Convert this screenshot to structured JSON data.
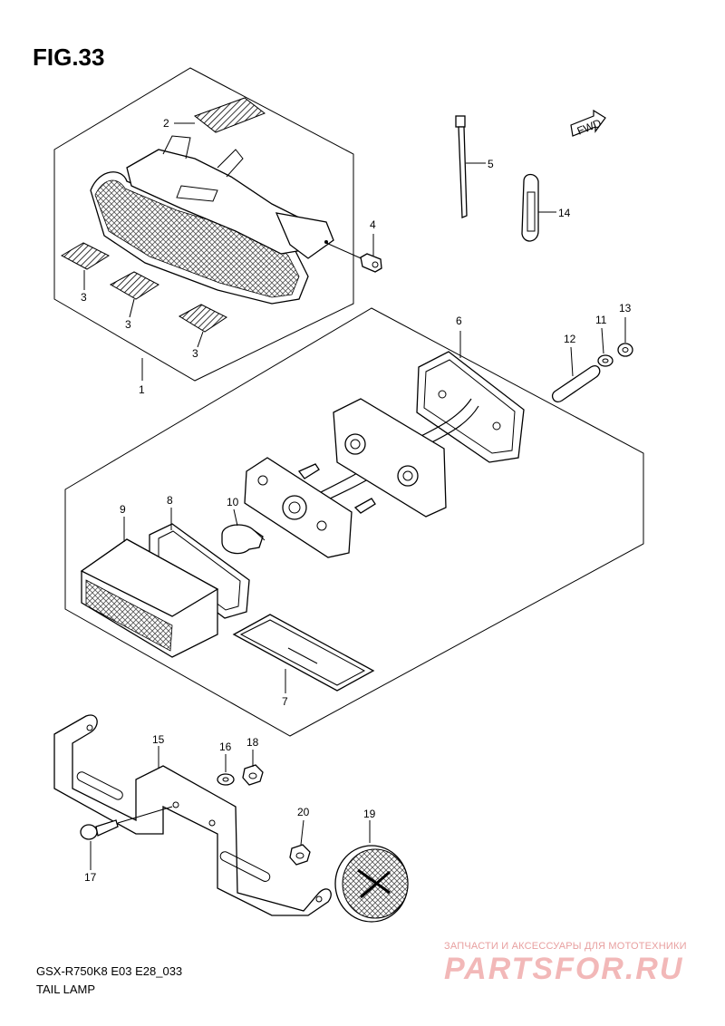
{
  "title": "FIG.33",
  "footer": {
    "code": "GSX-R750K8 E03 E28_033",
    "name": "TAIL LAMP"
  },
  "watermark": {
    "tagline": "ЗАПЧАСТИ И АКСЕССУАРЫ ДЛЯ МОТОТЕХНИКИ",
    "logo": "PARTSFOR.RU"
  },
  "fwd_label": "FWD",
  "callouts": {
    "p1": "1",
    "p2": "2",
    "p3a": "3",
    "p3b": "3",
    "p3c": "3",
    "p4": "4",
    "p5": "5",
    "p6": "6",
    "p7": "7",
    "p8": "8",
    "p9": "9",
    "p10": "10",
    "p11": "11",
    "p12": "12",
    "p13": "13",
    "p14": "14",
    "p15": "15",
    "p16": "16",
    "p17": "17",
    "p18": "18",
    "p19": "19",
    "p20": "20"
  }
}
